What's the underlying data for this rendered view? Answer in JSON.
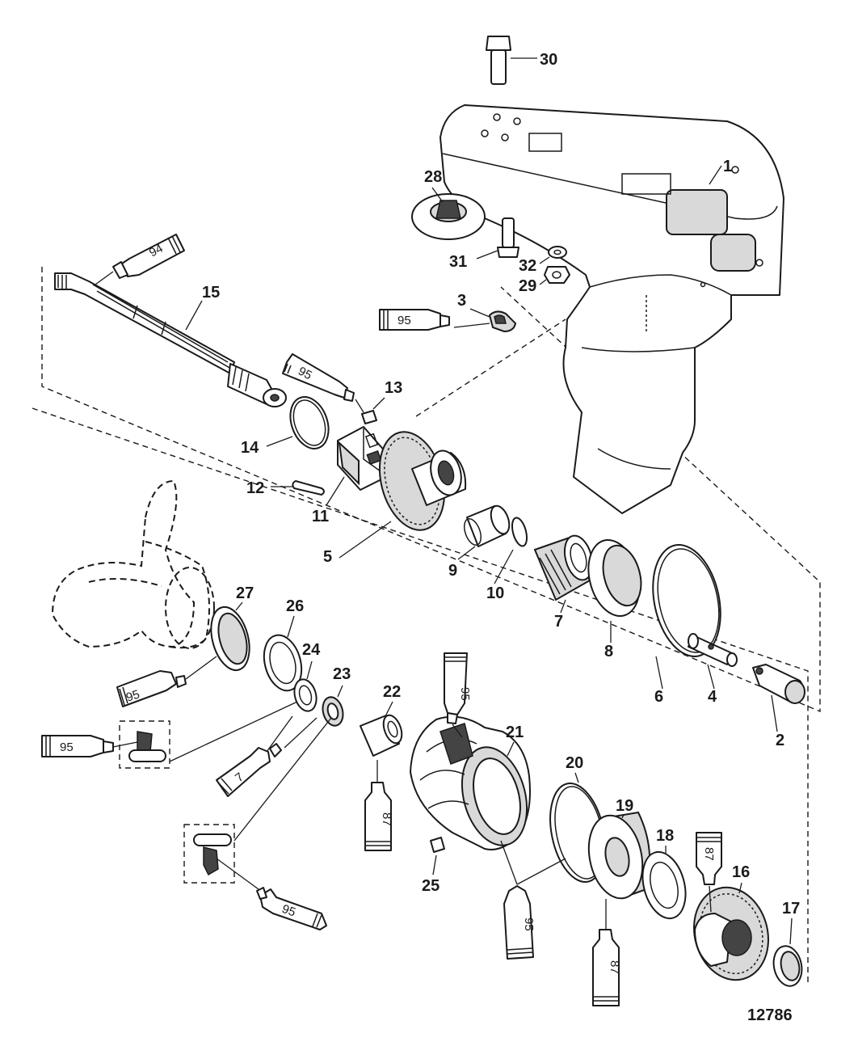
{
  "figure_id": "12786",
  "callouts": {
    "p1": "1",
    "p2": "2",
    "p3": "3",
    "p4": "4",
    "p5": "5",
    "p6": "6",
    "p7": "7",
    "p8": "8",
    "p9": "9",
    "p10": "10",
    "p11": "11",
    "p12": "12",
    "p13": "13",
    "p14": "14",
    "p15": "15",
    "p16": "16",
    "p17": "17",
    "p18": "18",
    "p19": "19",
    "p20": "20",
    "p21": "21",
    "p22": "22",
    "p23": "23",
    "p24": "24",
    "p25": "25",
    "p26": "26",
    "p27": "27",
    "p28": "28",
    "p29": "29",
    "p30": "30",
    "p31": "31",
    "p32": "32"
  },
  "lube_tubes": {
    "t94": "94",
    "t95_shaft": "95",
    "t95_cam": "95",
    "t95_seal27": "95",
    "t95_detail1": "95",
    "t7": "7",
    "t95_carrier": "95",
    "t87_bearing22": "87",
    "t95_detail2": "95",
    "t95_oring20": "95",
    "t87_race19": "87",
    "t87_gear16": "87"
  }
}
